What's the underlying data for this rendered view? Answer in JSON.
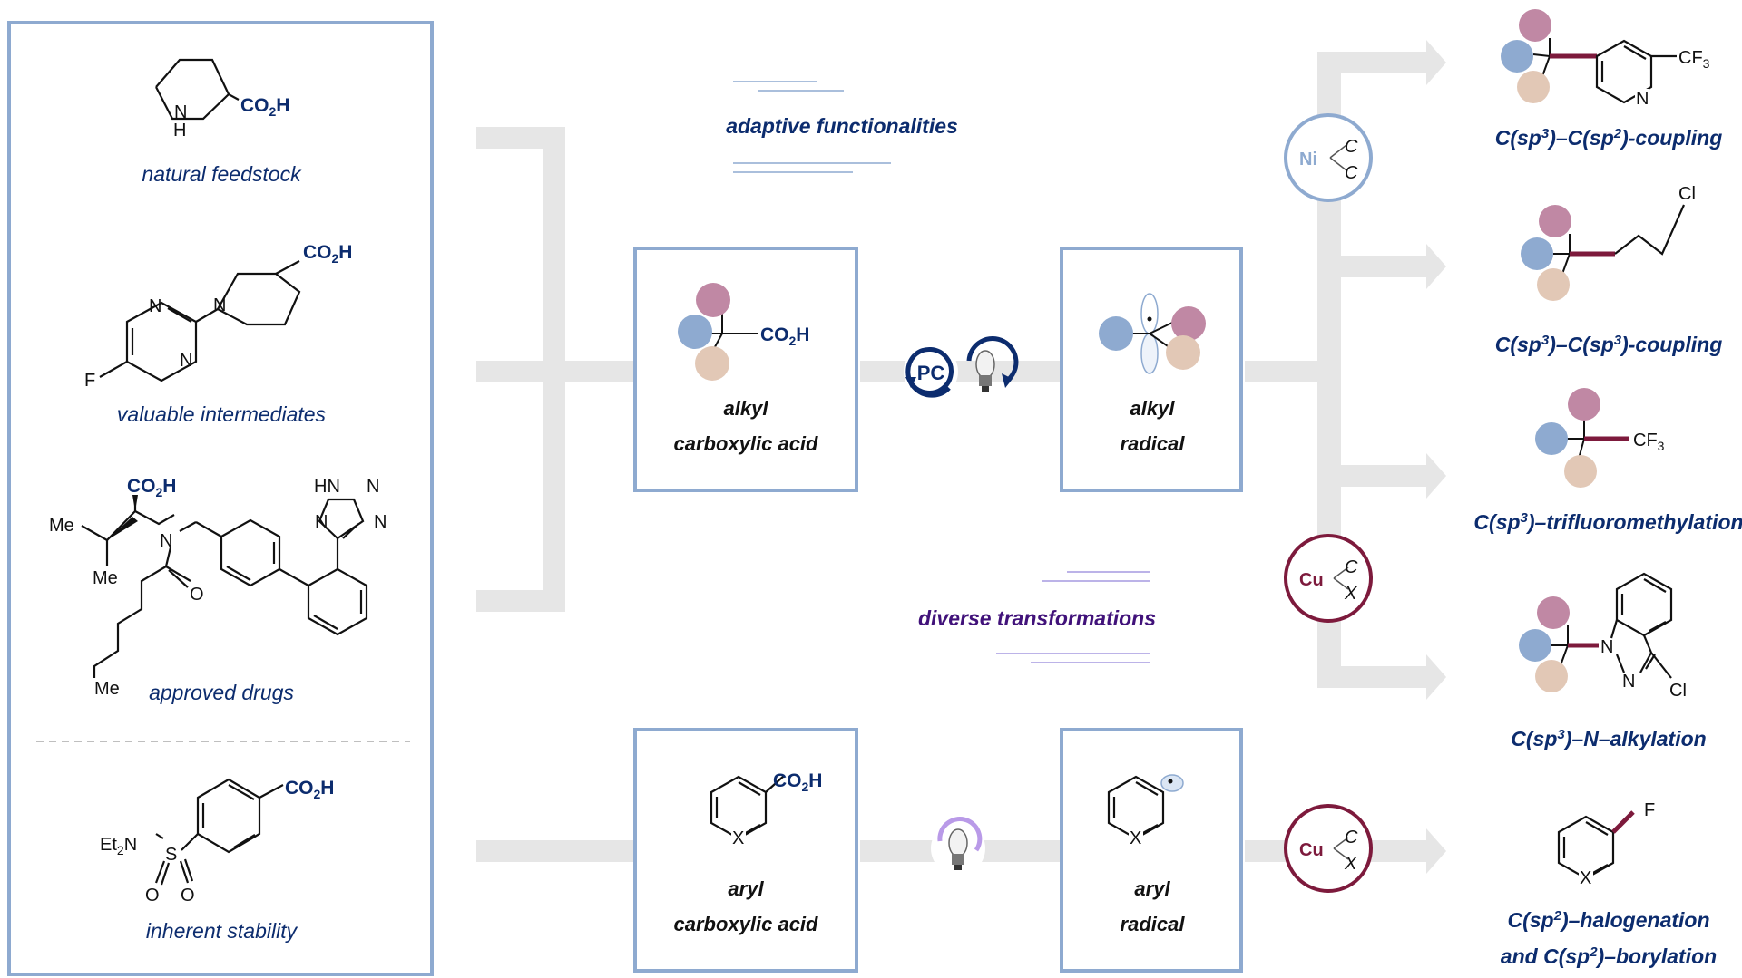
{
  "colors": {
    "box_border": "#8eaad0",
    "arrow_gray": "#e6e6e6",
    "navy_text": "#0c2c6e",
    "purple_text": "#41127a",
    "ni_circle": "#8eaad0",
    "cu_circle": "#7d1a3c",
    "bond_accent": "#7d1a3c",
    "sphere_pink": "#c088a4",
    "sphere_blue": "#8eaad0",
    "sphere_tan": "#e2c8b6"
  },
  "left_panel": {
    "sections": [
      {
        "caption": "natural feedstock",
        "structure_icon": "proline-structure"
      },
      {
        "caption": "valuable intermediates",
        "structure_icon": "fluoropyrimidinyl-piperidine-acid-structure"
      },
      {
        "caption": "approved drugs",
        "structure_icon": "valsartan-structure"
      },
      {
        "caption": "inherent stability",
        "structure_icon": "sulfonamide-benzoic-acid-structure"
      }
    ],
    "atoms": {
      "co2h_prefix": "CO",
      "co2h_sub": "2",
      "co2h_suffix": "H",
      "nh": "H",
      "n": "N",
      "f": "F",
      "me": "Me",
      "o": "O",
      "s": "S",
      "hn": "HN",
      "et": "Et",
      "et_sub": "2"
    }
  },
  "center": {
    "adaptive_label": "adaptive functionalities",
    "diverse_label": "diverse transformations",
    "alkyl_acid": {
      "line1": "alkyl",
      "line2": "carboxylic acid"
    },
    "alkyl_radical": {
      "line1": "alkyl",
      "line2": "radical"
    },
    "aryl_acid": {
      "line1": "aryl",
      "line2": "carboxylic acid"
    },
    "aryl_radical": {
      "line1": "aryl",
      "line2": "radical"
    },
    "photocatalyst": "PC",
    "x_atom": "X"
  },
  "catalysts": {
    "ni": {
      "metal": "Ni",
      "c1": "C",
      "c2": "C"
    },
    "cu_top": {
      "metal": "Cu",
      "c": "C",
      "x": "X"
    },
    "cu_bottom": {
      "metal": "Cu",
      "c": "C",
      "x": "X"
    }
  },
  "products": [
    {
      "pre": "C(sp",
      "sup1": "3",
      "mid": ")–C(sp",
      "sup2": "2",
      "post": ")-coupling"
    },
    {
      "pre": "C(sp",
      "sup1": "3",
      "mid": ")–C(sp",
      "sup2": "3",
      "post": ")-coupling"
    },
    {
      "pre": "C(sp",
      "sup1": "3",
      "post": ")–trifluoromethylation"
    },
    {
      "pre": "C(sp",
      "sup1": "3",
      "post": ")–N–alkylation"
    },
    {
      "pre": "C(sp",
      "sup1": "2",
      "post": ")–halogenation",
      "line2_pre": "and C(sp",
      "line2_sup": "2",
      "line2_post": ")–borylation"
    }
  ],
  "product_atoms": {
    "cf3_prefix": "CF",
    "cf3_sub": "3",
    "n": "N",
    "cl": "Cl",
    "f": "F",
    "x": "X"
  }
}
